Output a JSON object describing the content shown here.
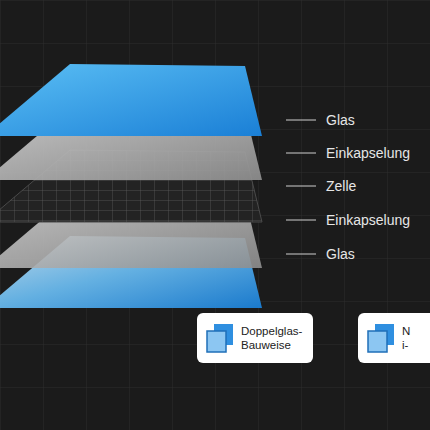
{
  "diagram": {
    "nodes": [
      {
        "text": [
          "Doppelglas- Bauweise"
        ]
      },
      {
        "text": [
          "N i-"
        ]
      }
    ],
    "labels": [
      "Glas",
      "Einkapselung",
      "Zelle",
      "Einkapselung",
      "Glas"
    ]
  }
}
